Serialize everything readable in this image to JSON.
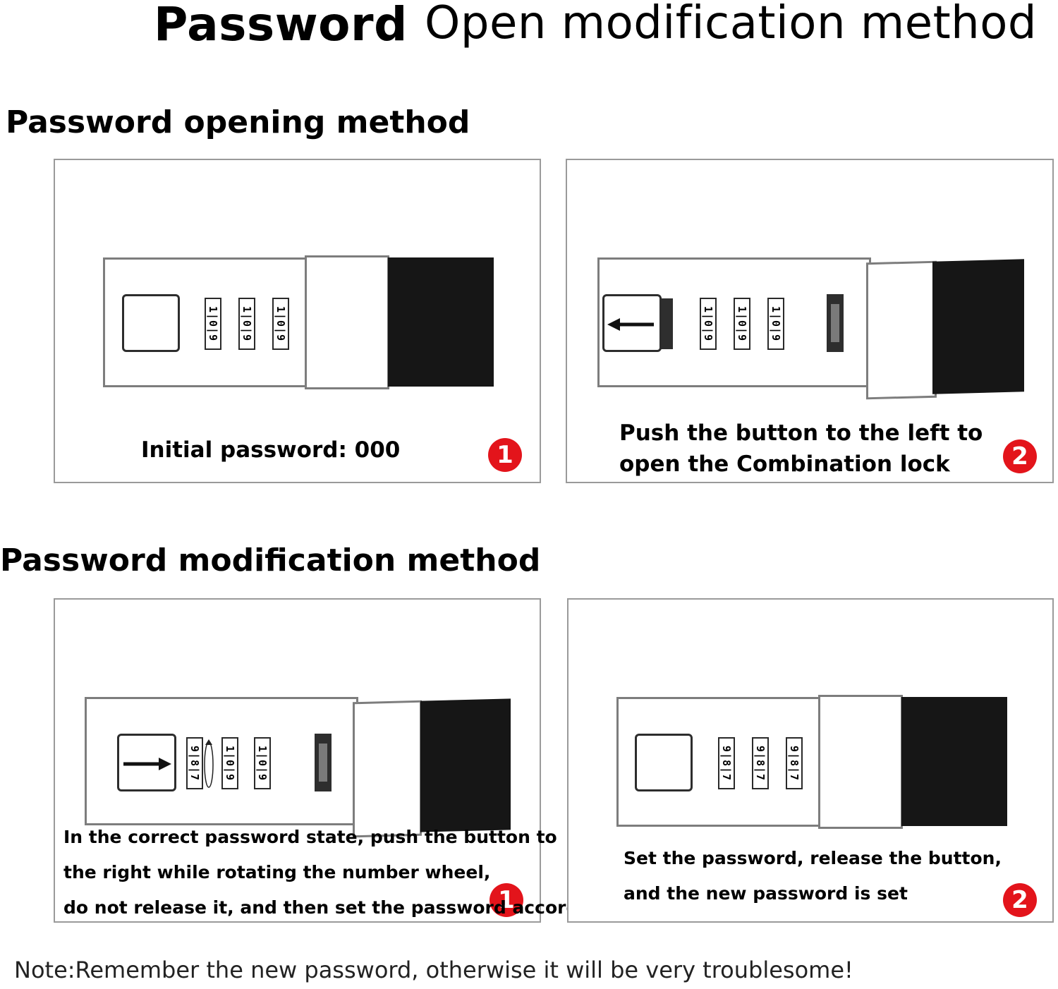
{
  "title": {
    "bold": "Password",
    "light": "Open modification method"
  },
  "sections": {
    "opening": "Password opening method",
    "modification": "Password modification method"
  },
  "wheel_digits": {
    "initial": "1|0|9",
    "changed": "9|8|7"
  },
  "panels": {
    "p1": {
      "caption": "Initial password: 000",
      "badge": "1"
    },
    "p2": {
      "caption_line1": "Push the button to the left to",
      "caption_line2": "open the Combination lock",
      "badge": "2"
    },
    "p3": {
      "caption_line1": "In the correct password state, push the button to",
      "caption_line2": "the right while rotating the number wheel,",
      "caption_line3": "do not release it, and then set the password accordingly",
      "badge": "1"
    },
    "p4": {
      "caption_line1": "Set the password, release the button,",
      "caption_line2": "and the new password is set",
      "badge": "2"
    }
  },
  "note": "Note:Remember the new password, otherwise it will be very troublesome!",
  "colors": {
    "badge": "#e3141b",
    "block": "#161616",
    "frame": "#9a9a9a"
  },
  "icons": {
    "left_arrow": "arrow-left-icon",
    "right_arrow": "arrow-right-icon",
    "rotate": "rotate-icon"
  }
}
